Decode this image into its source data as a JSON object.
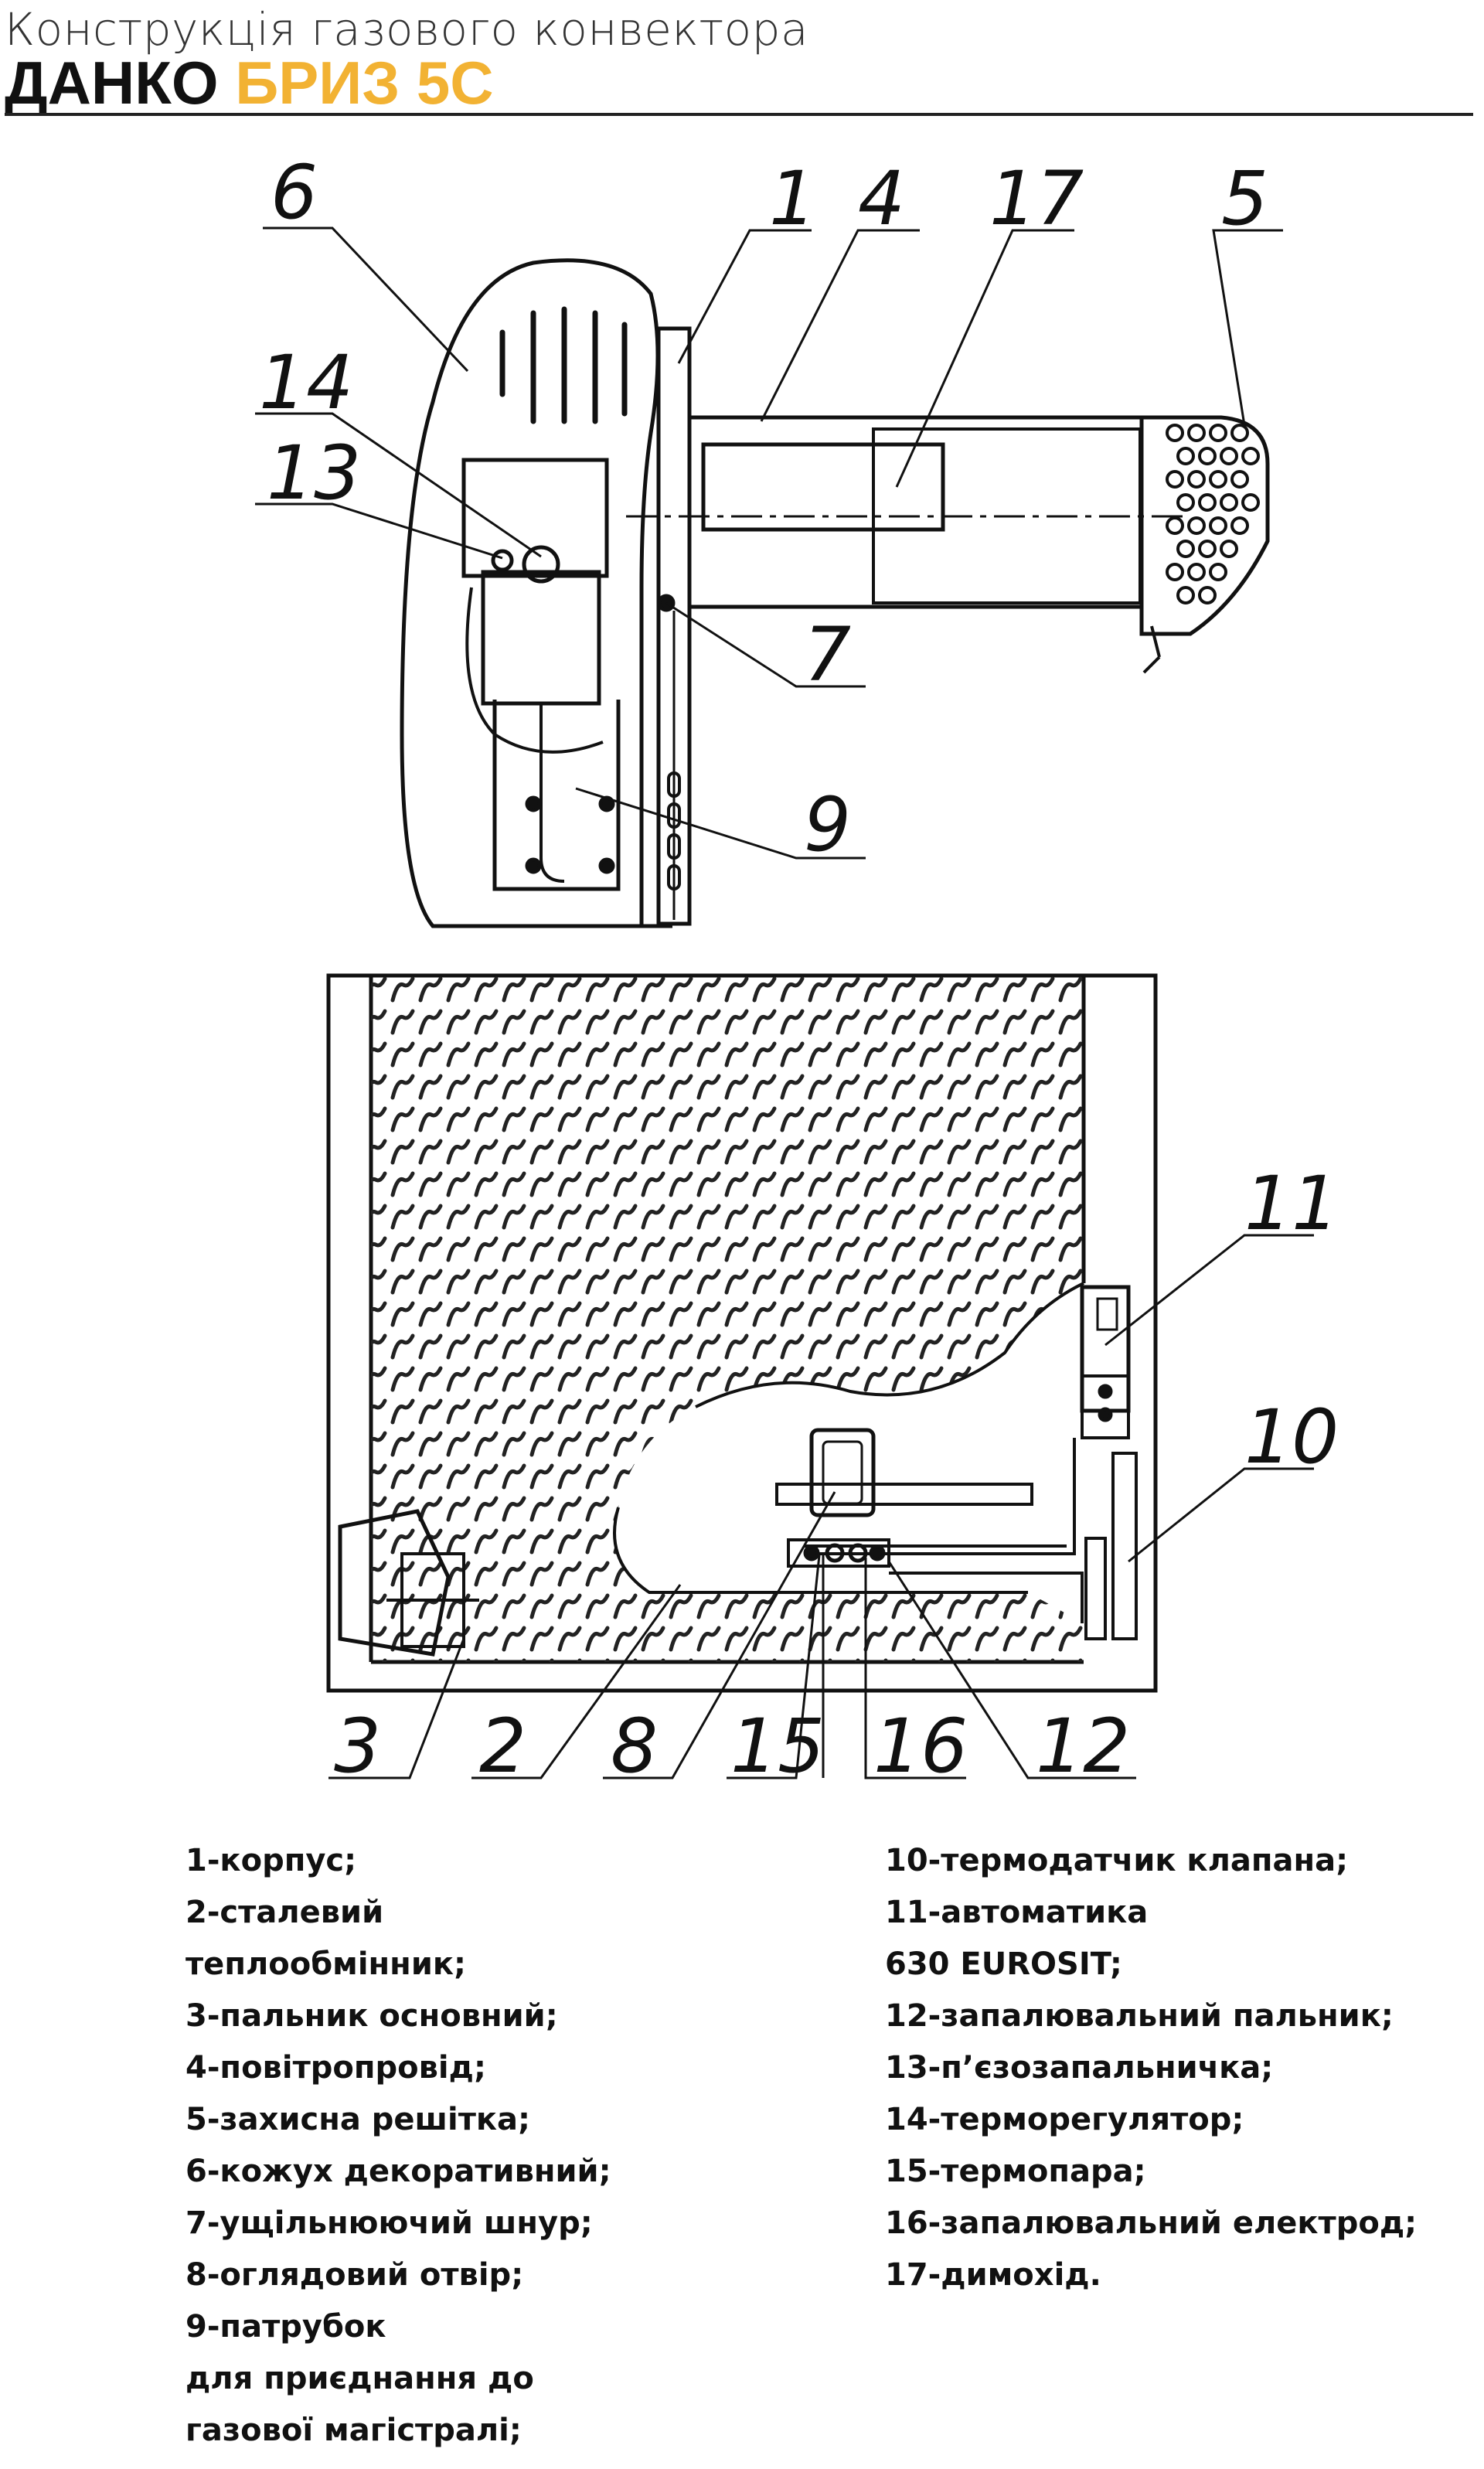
{
  "header": {
    "subtitle": "Конструкція газового конвектора",
    "brand": "ДАНКО",
    "model": "БРИЗ 5С",
    "accent_color": "#f2b233"
  },
  "callouts": [
    "1",
    "2",
    "3",
    "4",
    "5",
    "6",
    "7",
    "8",
    "9",
    "10",
    "11",
    "12",
    "13",
    "14",
    "15",
    "16",
    "17"
  ],
  "legend": {
    "left": [
      "1-корпус;",
      "2-сталевий",
      "теплообмінник;",
      "3-пальник основний;",
      "4-повітропровід;",
      "5-захисна решітка;",
      "6-кожух декоративний;",
      "7-ущільнюючий шнур;",
      "8-оглядовий отвір;",
      "9-патрубок",
      "для приєднання до",
      "газової магістралі;"
    ],
    "right": [
      "10-термодатчик клапана;",
      "11-автоматика",
      "630 EUROSIT;",
      "12-запалювальний пальник;",
      "13-п’єзозапальничка;",
      "14-терморегулятор;",
      "15-термопара;",
      "16-запалювальний електрод;",
      "17-димохід."
    ]
  }
}
